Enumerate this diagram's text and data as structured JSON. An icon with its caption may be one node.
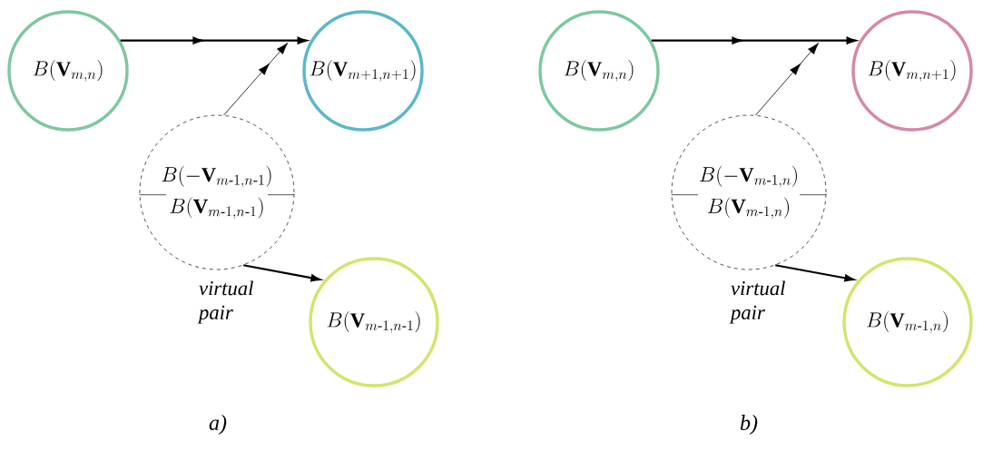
{
  "diagram": {
    "nodes": [
      {
        "text": [
          "B(\\mathbf{V}_{m,n})"
        ]
      },
      {
        "text": [
          "B(\\mathbf{V}_{m+1,n+1})"
        ]
      },
      {
        "text": [
          "B(-\\mathbf{V}_{m\\text{-}1,n\\text{-}1})",
          "B(\\mathbf{V}_{m\\text{-}1,n\\text{-}1})"
        ],
        "beside": [
          "virtual pair"
        ]
      },
      {
        "text": [
          "B(\\mathbf{V}_{m\\text{-}1,n\\text{-}1})"
        ]
      },
      {
        "text": [
          "B(\\mathbf{V}_{m,n})"
        ]
      },
      {
        "text": [
          "B(\\mathbf{V}_{m,n+1})"
        ]
      },
      {
        "text": [
          "B(-\\mathbf{V}_{m\\text{-}1,n})",
          "B(\\mathbf{V}_{m\\text{-}1,n})"
        ],
        "beside": [
          "virtual pair"
        ]
      },
      {
        "text": [
          "B(\\mathbf{V}_{m\\text{-}1,n})"
        ]
      }
    ],
    "edges": [
      {
        "from": 0,
        "to": 1,
        "arrow": "to"
      },
      {
        "from": 2,
        "to": null,
        "arrow": "to"
      },
      {
        "from": 2,
        "to": 3,
        "arrow": "to"
      },
      {
        "from": 4,
        "to": 5,
        "arrow": "to"
      },
      {
        "from": 6,
        "to": null,
        "arrow": "to"
      },
      {
        "from": 6,
        "to": 7,
        "arrow": "to"
      }
    ],
    "labels": [
      "a)",
      "b)"
    ]
  }
}
